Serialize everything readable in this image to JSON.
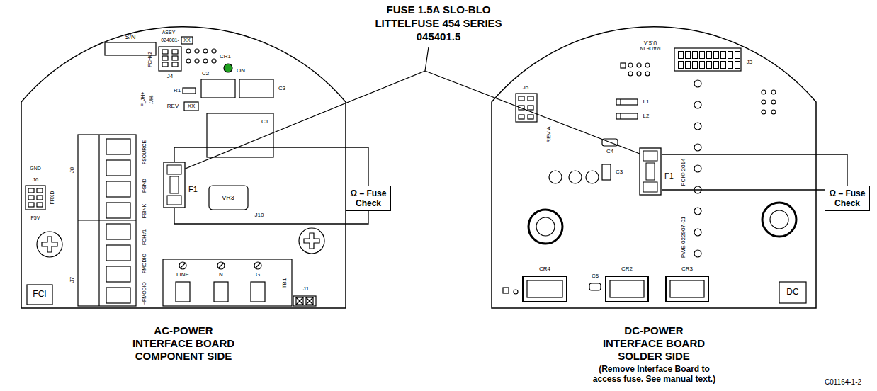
{
  "diagram": {
    "title": "FUSE 1.5A SLO-BLO LITTELFUSE 454 SERIES 045401.5",
    "nodes": [
      {
        "text": [
          "AC-POWER INTERFACE BOARD COMPONENT SIDE"
        ]
      },
      {
        "text": [
          "F1"
        ],
        "in": 0
      },
      {
        "text": [
          "Ω – Fuse Check"
        ]
      },
      {
        "text": [
          "DC-POWER INTERFACE BOARD SOLDER SIDE",
          "(Remove Interface Board to access fuse. See manual text.)"
        ]
      },
      {
        "text": [
          "F1"
        ],
        "in": 3
      },
      {
        "text": [
          "Ω – Fuse Check"
        ]
      }
    ],
    "edges": [
      {
        "from": 1,
        "to": 2,
        "arrow": "none"
      },
      {
        "from": 4,
        "to": 5,
        "arrow": "none"
      }
    ],
    "labels": [
      "S/N",
      "ASSY",
      "024081-",
      "XX",
      "FCH#2",
      "J4",
      "CR1",
      "ON",
      "R1",
      "C2",
      "C3",
      "REV",
      "XX",
      "C1",
      "VR3",
      "J10",
      "J8",
      "J7",
      "J6",
      "GND",
      "FRXD",
      "F5V",
      "F_JH+",
      "/JH-",
      "FSOURCE",
      "FGND",
      "FSINK",
      "FCH#1",
      "FMODIO",
      "~FMODIO",
      "LINE",
      "N",
      "G",
      "TB1",
      "J1",
      "FCI",
      "MADE IN U.S.A",
      "J3",
      "J5",
      "REV A",
      "L1",
      "L2",
      "C4",
      "C3",
      "FCI© 2014",
      "PWB 022907-01",
      "CR4",
      "C5",
      "CR2",
      "CR3",
      "DC",
      "C01164-1-2"
    ]
  }
}
